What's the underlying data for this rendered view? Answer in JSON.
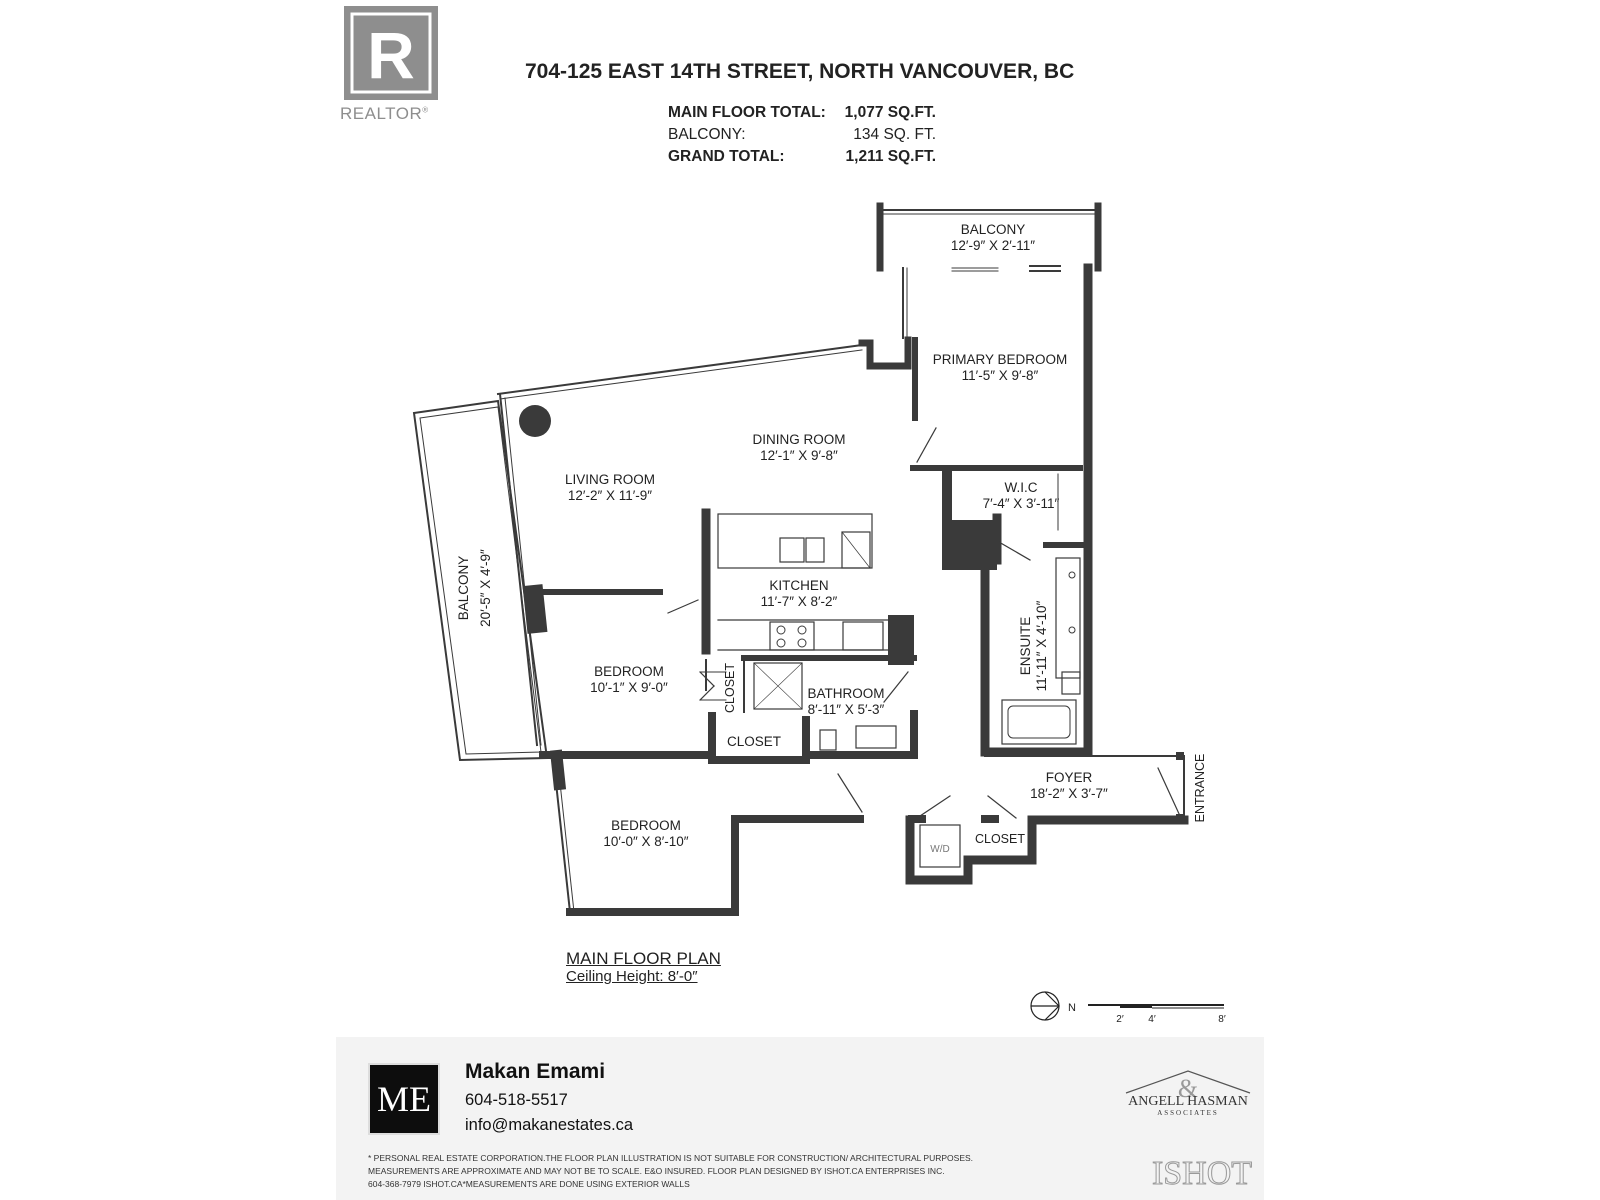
{
  "header": {
    "logo_text": "REALTOR",
    "logo_letter": "R",
    "address": "704-125 EAST 14TH STREET, NORTH VANCOUVER, BC",
    "totals": [
      {
        "label": "MAIN FLOOR TOTAL:",
        "value": "1,077 SQ.FT.",
        "bold": true
      },
      {
        "label": "BALCONY:",
        "value": "134 SQ. FT.",
        "bold": false
      },
      {
        "label": "GRAND TOTAL:",
        "value": "1,211 SQ.FT.",
        "bold": true
      }
    ]
  },
  "rooms": {
    "balcony_top": {
      "name": "BALCONY",
      "dims": "12′-9″ X 2′-11″"
    },
    "primary_bedroom": {
      "name": "PRIMARY BEDROOM",
      "dims": "11′-5″ X 9′-8″"
    },
    "dining_room": {
      "name": "DINING ROOM",
      "dims": "12′-1″ X 9′-8″"
    },
    "living_room": {
      "name": "LIVING ROOM",
      "dims": "12′-2″ X 11′-9″"
    },
    "wic": {
      "name": "W.I.C",
      "dims": "7′-4″ X 3′-11″"
    },
    "kitchen": {
      "name": "KITCHEN",
      "dims": "11′-7″ X 8′-2″"
    },
    "balcony_side": {
      "name": "BALCONY",
      "dims": "20′-5″ X 4′-9″"
    },
    "ensuite": {
      "name": "ENSUITE",
      "dims": "11′-11″ X 4′-10″"
    },
    "bedroom_1": {
      "name": "BEDROOM",
      "dims": "10′-1″ X 9′-0″"
    },
    "closet_1": {
      "name": "CLOSET"
    },
    "bathroom": {
      "name": "BATHROOM",
      "dims": "8′-11″ X 5′-3″"
    },
    "closet_2": {
      "name": "CLOSET"
    },
    "foyer": {
      "name": "FOYER",
      "dims": "18′-2″ X 3′-7″"
    },
    "entrance": {
      "name": "ENTRANCE"
    },
    "bedroom_2": {
      "name": "BEDROOM",
      "dims": "10′-0″ X 8′-10″"
    },
    "wd": {
      "name": "W/D"
    },
    "closet_3": {
      "name": "CLOSET"
    }
  },
  "plan": {
    "title": "MAIN FLOOR PLAN",
    "ceiling": "Ceiling Height: 8′-0″",
    "north": "N",
    "scale_labels": [
      "2′",
      "4′",
      "8′"
    ]
  },
  "footer": {
    "logo_text": "ME",
    "name": "Makan Emami",
    "phone": "604-518-5517",
    "email": "info@makanestates.ca",
    "brokerage_top": "ANGELL HASMAN",
    "brokerage_bottom": "ASSOCIATES",
    "brokerage_amp": "&",
    "ishot": "ISHOT",
    "disclaimer": [
      "* PERSONAL REAL ESTATE CORPORATION.THE FLOOR PLAN ILLUSTRATION IS NOT SUITABLE FOR CONSTRUCTION/ ARCHITECTURAL PURPOSES.",
      "MEASUREMENTS ARE APPROXIMATE AND MAY NOT BE TO SCALE. E&O INSURED. FLOOR PLAN DESIGNED BY ISHOT.CA ENTERPRISES INC.",
      "604-368-7979 ISHOT.CA*MEASUREMENTS ARE DONE USING EXTERIOR WALLS"
    ]
  },
  "colors": {
    "wall": "#3a3a3a",
    "logo_grey": "#8e8e8e",
    "footer_bg": "#f3f3f3"
  }
}
